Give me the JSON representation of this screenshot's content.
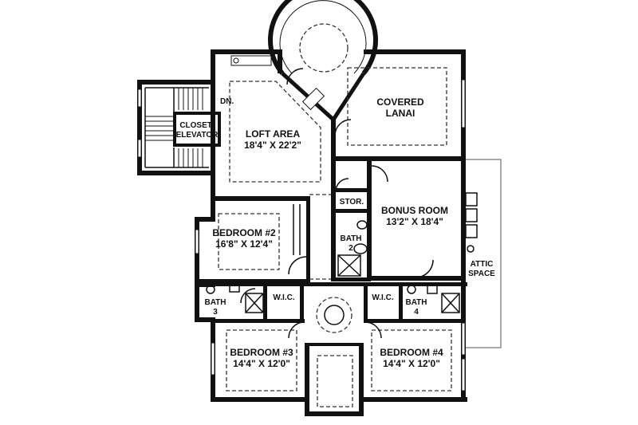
{
  "rooms": {
    "dn": "DN.",
    "closet_line1": "CLOSET/",
    "closet_line2": "ELEVATOR",
    "loft_name": "LOFT AREA",
    "loft_dims": "18'4\" X 22'2\"",
    "lanai_line1": "COVERED",
    "lanai_line2": "LANAI",
    "stor": "STOR.",
    "bonus_name": "BONUS ROOM",
    "bonus_dims": "13'2\" X 18'4\"",
    "bed2_name": "BEDROOM #2",
    "bed2_dims": "16'8\" X 12'4\"",
    "bath2_line1": "BATH",
    "bath2_line2": "2",
    "attic_line1": "ATTIC",
    "attic_line2": "SPACE",
    "bath3_line1": "BATH",
    "bath3_line2": "3",
    "wic_a": "W.I.C.",
    "wic_b": "W.I.C.",
    "bath4_line1": "BATH",
    "bath4_line2": "4",
    "bed3_name": "BEDROOM #3",
    "bed3_dims": "14'4\" X 12'0\"",
    "bed4_name": "BEDROOM #4",
    "bed4_dims": "14'4\" X 12'0\""
  }
}
